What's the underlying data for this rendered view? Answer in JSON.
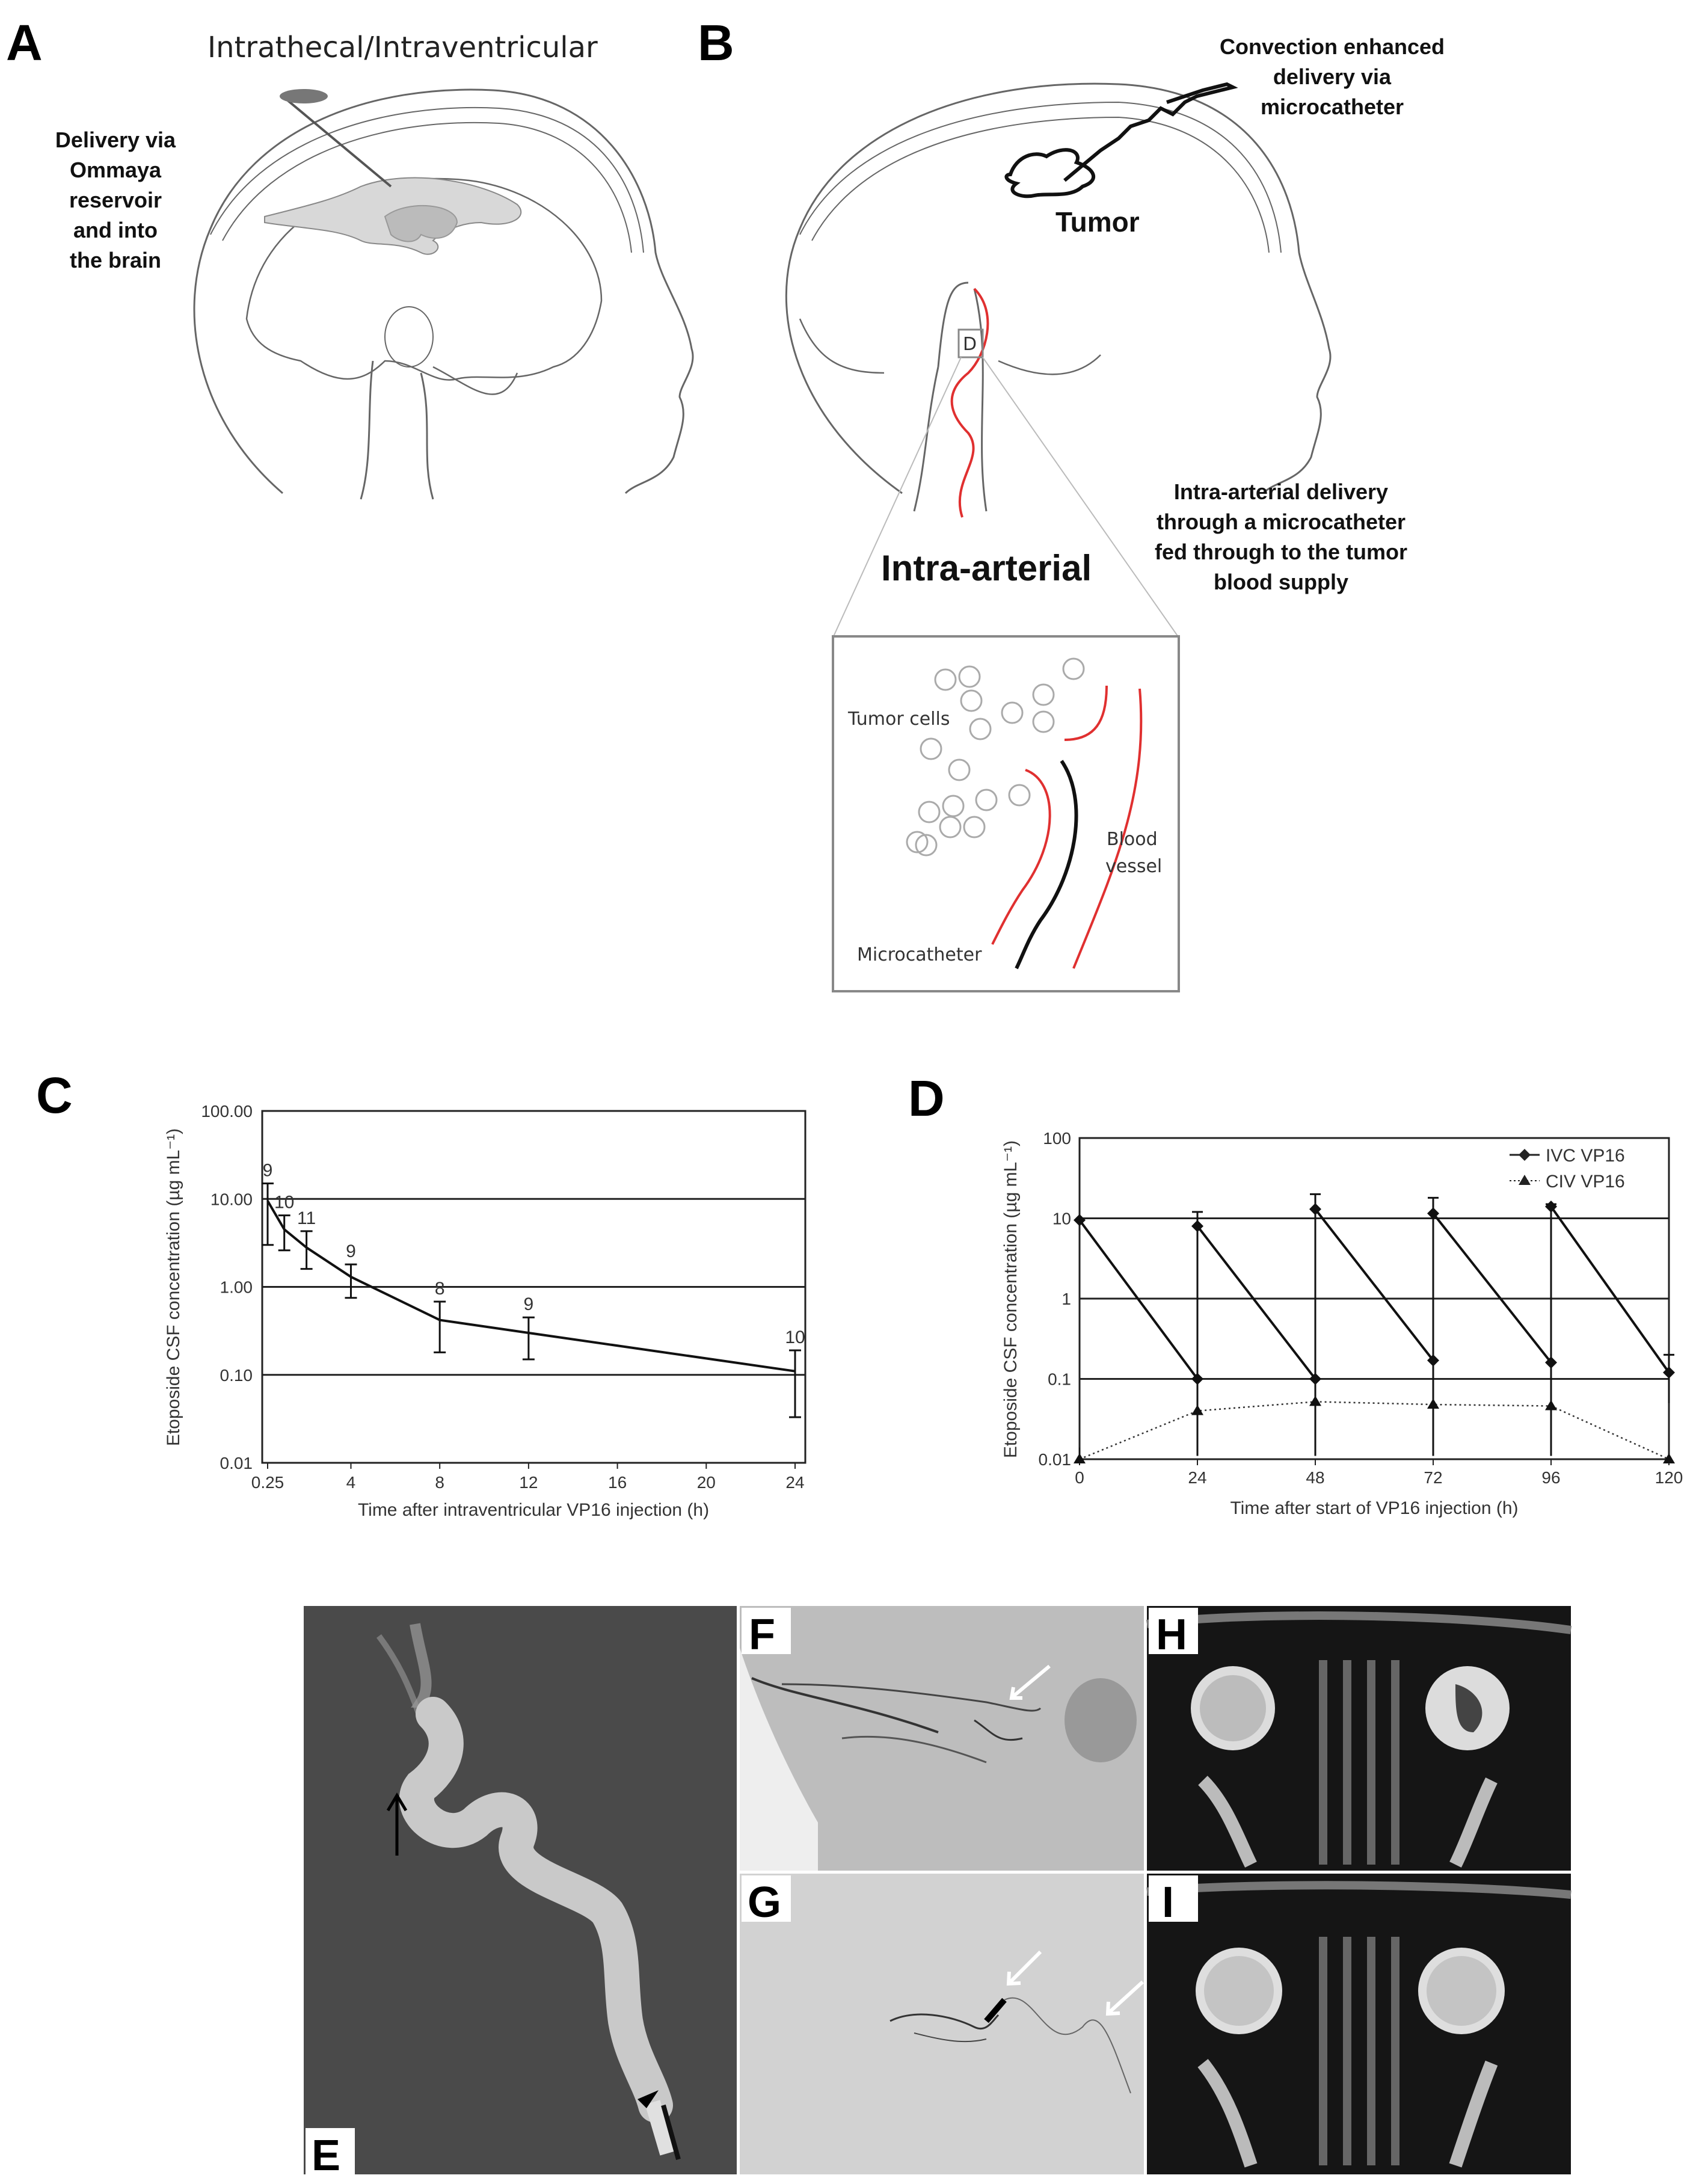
{
  "panels": {
    "A": {
      "letter": "A",
      "title": "Intrathecal/Intraventricular",
      "note": [
        "Delivery via",
        "Ommaya",
        "reservoir",
        "and into",
        "the brain"
      ]
    },
    "B": {
      "letter": "B",
      "ced_note": [
        "Convection enhanced",
        "delivery via",
        "microcatheter"
      ],
      "tumor_label": "Tumor",
      "box_label": "D",
      "ia_note": [
        "Intra-arterial delivery",
        "through a microcatheter",
        "fed through to the tumor",
        "blood supply"
      ],
      "ia_title": "Intra-arterial",
      "inset": {
        "tumor_cells": "Tumor cells",
        "blood": "Blood",
        "vessel": "vessel",
        "microcatheter": "Microcatheter"
      }
    },
    "C": {
      "letter": "C"
    },
    "D": {
      "letter": "D"
    },
    "E": {
      "letter": "E"
    },
    "F": {
      "letter": "F"
    },
    "G": {
      "letter": "G"
    },
    "H": {
      "letter": "H"
    },
    "I": {
      "letter": "I"
    }
  },
  "chart_data": [
    {
      "type": "line",
      "panel": "C",
      "xlabel": "Time after intraventricular VP16 injection (h)",
      "ylabel": "Etoposide CSF concentration (µg mL⁻¹)",
      "yscale": "log",
      "ylim": [
        0.01,
        100
      ],
      "y_ticks": [
        "0.01",
        "0.10",
        "1.00",
        "10.00",
        "100.00"
      ],
      "x_ticks": [
        "0.25",
        "4",
        "8",
        "12",
        "16",
        "20",
        "24"
      ],
      "grid_y_at": [
        0.1,
        1,
        10
      ],
      "x": [
        0.25,
        1,
        2,
        4,
        8,
        12,
        24
      ],
      "x_tick_positions": [
        0.25,
        4,
        8,
        12,
        16,
        20,
        24
      ],
      "values": [
        9.5,
        4.5,
        2.8,
        1.3,
        0.42,
        0.3,
        0.11
      ],
      "err_low": [
        3.0,
        2.6,
        1.6,
        0.75,
        0.18,
        0.15,
        0.033
      ],
      "err_high": [
        15,
        6.5,
        4.3,
        1.8,
        0.68,
        0.45,
        0.19
      ],
      "n_labels": [
        "9",
        "10",
        "11",
        "9",
        "8",
        "9",
        "10"
      ]
    },
    {
      "type": "line",
      "panel": "D",
      "xlabel": "Time after start of VP16 injection (h)",
      "ylabel": "Etoposide CSF concentration (µg mL⁻¹)",
      "yscale": "log",
      "ylim": [
        0.01,
        100
      ],
      "y_ticks": [
        "0.01",
        "0.1",
        "1",
        "10",
        "100"
      ],
      "x_ticks": [
        "0",
        "24",
        "48",
        "72",
        "96",
        "120"
      ],
      "xlim": [
        0,
        120
      ],
      "grid_y_at": [
        0.1,
        1,
        10
      ],
      "legend": [
        "IVC VP16",
        "CIV VP16"
      ],
      "legend_position": "top-right",
      "series": [
        {
          "name": "IVC VP16",
          "segments": [
            {
              "x": [
                0,
                24
              ],
              "y": [
                9.5,
                0.1
              ]
            },
            {
              "x": [
                24,
                48
              ],
              "y": [
                8,
                0.1
              ]
            },
            {
              "x": [
                48,
                72
              ],
              "y": [
                13,
                0.17
              ]
            },
            {
              "x": [
                72,
                96
              ],
              "y": [
                11.5,
                0.16
              ]
            },
            {
              "x": [
                96,
                120
              ],
              "y": [
                14,
                0.12
              ]
            }
          ],
          "error_bars": [
            {
              "x": 24,
              "low": 0.011,
              "high": 12
            },
            {
              "x": 48,
              "low": 0.011,
              "high": 20
            },
            {
              "x": 72,
              "low": 0.011,
              "high": 18
            },
            {
              "x": 96,
              "low": 0.011,
              "high": 15
            },
            {
              "x": 120,
              "low": 0.05,
              "high": 0.2
            }
          ]
        },
        {
          "name": "CIV VP16",
          "x": [
            0,
            24,
            48,
            72,
            96,
            120
          ],
          "values": [
            0.01,
            0.04,
            0.052,
            0.048,
            0.046,
            0.01
          ],
          "error_bars": [
            {
              "x": 0,
              "low": 0.01,
              "high": 0.014
            },
            {
              "x": 24,
              "low": 0.035,
              "high": 0.048
            },
            {
              "x": 48,
              "low": 0.045,
              "high": 0.06
            },
            {
              "x": 72,
              "low": 0.044,
              "high": 0.052
            },
            {
              "x": 96,
              "low": 0.042,
              "high": 0.05
            }
          ]
        }
      ]
    }
  ]
}
